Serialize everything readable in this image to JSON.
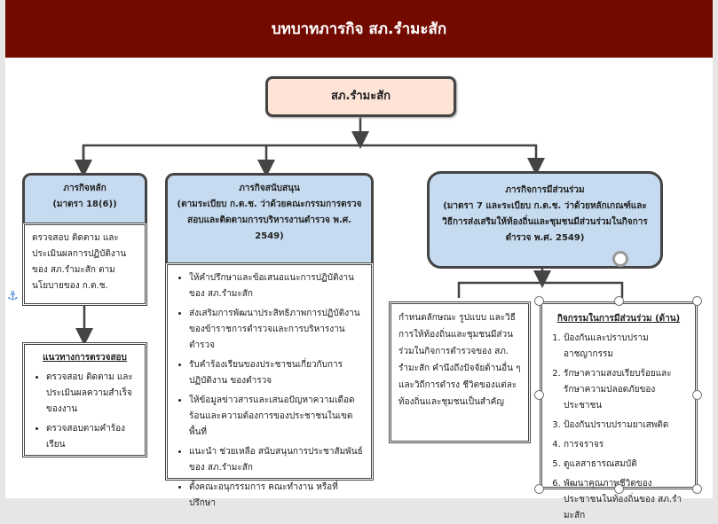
{
  "title": "บทบาทภารกิจ สภ.รำมะสัก",
  "root": "สภ.รำมะสัก",
  "main_mission": {
    "title": "ภารกิจหลัก",
    "subtitle": "(มาตรา 18(6))",
    "body": "ตรวจสอบ ติดตาม และประเมินผลการปฏิบัติงานของ สภ.รำมะสัก ตามนโยบายของ ก.ต.ช.",
    "guidelines_title": "แนวทางการตรวจสอบ",
    "guidelines": [
      "ตรวจสอบ ติดตาม และประเมินผลความสำเร็จของงาน",
      "ตรวจสอบตามคำร้องเรียน"
    ]
  },
  "support_mission": {
    "title": "ภารกิจสนับสนุน",
    "subtitle": "(ตามระเบียบ ก.ต.ช. ว่าด้วยคณะกรรมการตรวจสอบและติดตามการบริหารงานตำรวจ พ.ศ. 2549)",
    "items": [
      "ให้คำปรึกษาและข้อเสนอแนะการปฏิบัติงานของ สภ.รำมะสัก",
      "ส่งเสริมการพัฒนาประสิทธิภาพการปฏิบัติงานของข้าราชการตำรวจและการบริหารงานตำรวจ",
      "รับคำร้องเรียนของประชาชนเกี่ยวกับการปฏิบัติงาน ของตำรวจ",
      "ให้ข้อมูลข่าวสารและเสนอปัญหาความเดือดร้อนและความต้องการของประชาชนในเขตพื้นที่",
      "แนะนำ ช่วยเหลือ สนับสนุนการประชาสัมพันธ์ ของ สภ.รำมะสัก",
      "ตั้งคณะอนุกรรมการ คณะทำงาน หรือที่ปรึกษา"
    ]
  },
  "participation_mission": {
    "title": "ภารกิจการมีส่วนร่วม",
    "subtitle": "(มาตรา 7 และระเบียบ ก.ต.ช. ว่าด้วยหลักเกณฑ์และวิธีการส่งเสริมให้ท้องถิ่นและชุมชนมีส่วนร่วมในกิจการตำรวจ พ.ศ. 2549)",
    "body": "กำหนดลักษณะ รูปแบบ และวิธีการให้ท้องถิ่นและชุมชนมีส่วนร่วมในกิจการตำรวจของ สภ. รำมะสัก คำนึงถึงปัจจัยด้านอื่น ๆ และวิถีการดำรง ชีวิตของแต่ละท้องถิ่นและชุมชนเป็นสำคัญ",
    "activities_title": "กิจกรรมในการมีส่วนร่วม",
    "activities_suffix": " (ด้าน)",
    "activities": [
      "ป้องกันและปราบปรามอาชญากรรม",
      "รักษาความสงบเรียบร้อยและรักษาความปลอดภัยของประชาชน",
      "ป้องกันปราบปรามยาเสพติด",
      "การจราจร",
      "ดูแลสาธารณสมบัติ",
      "พัฒนาคุณภาพชีวิตของประชาชนในท้องถิ่นของ สภ.รำมะสัก"
    ]
  },
  "colors": {
    "title_bg": "#720a00",
    "header_blue": "#c6dbf0",
    "root_fill": "#fde4d6"
  }
}
